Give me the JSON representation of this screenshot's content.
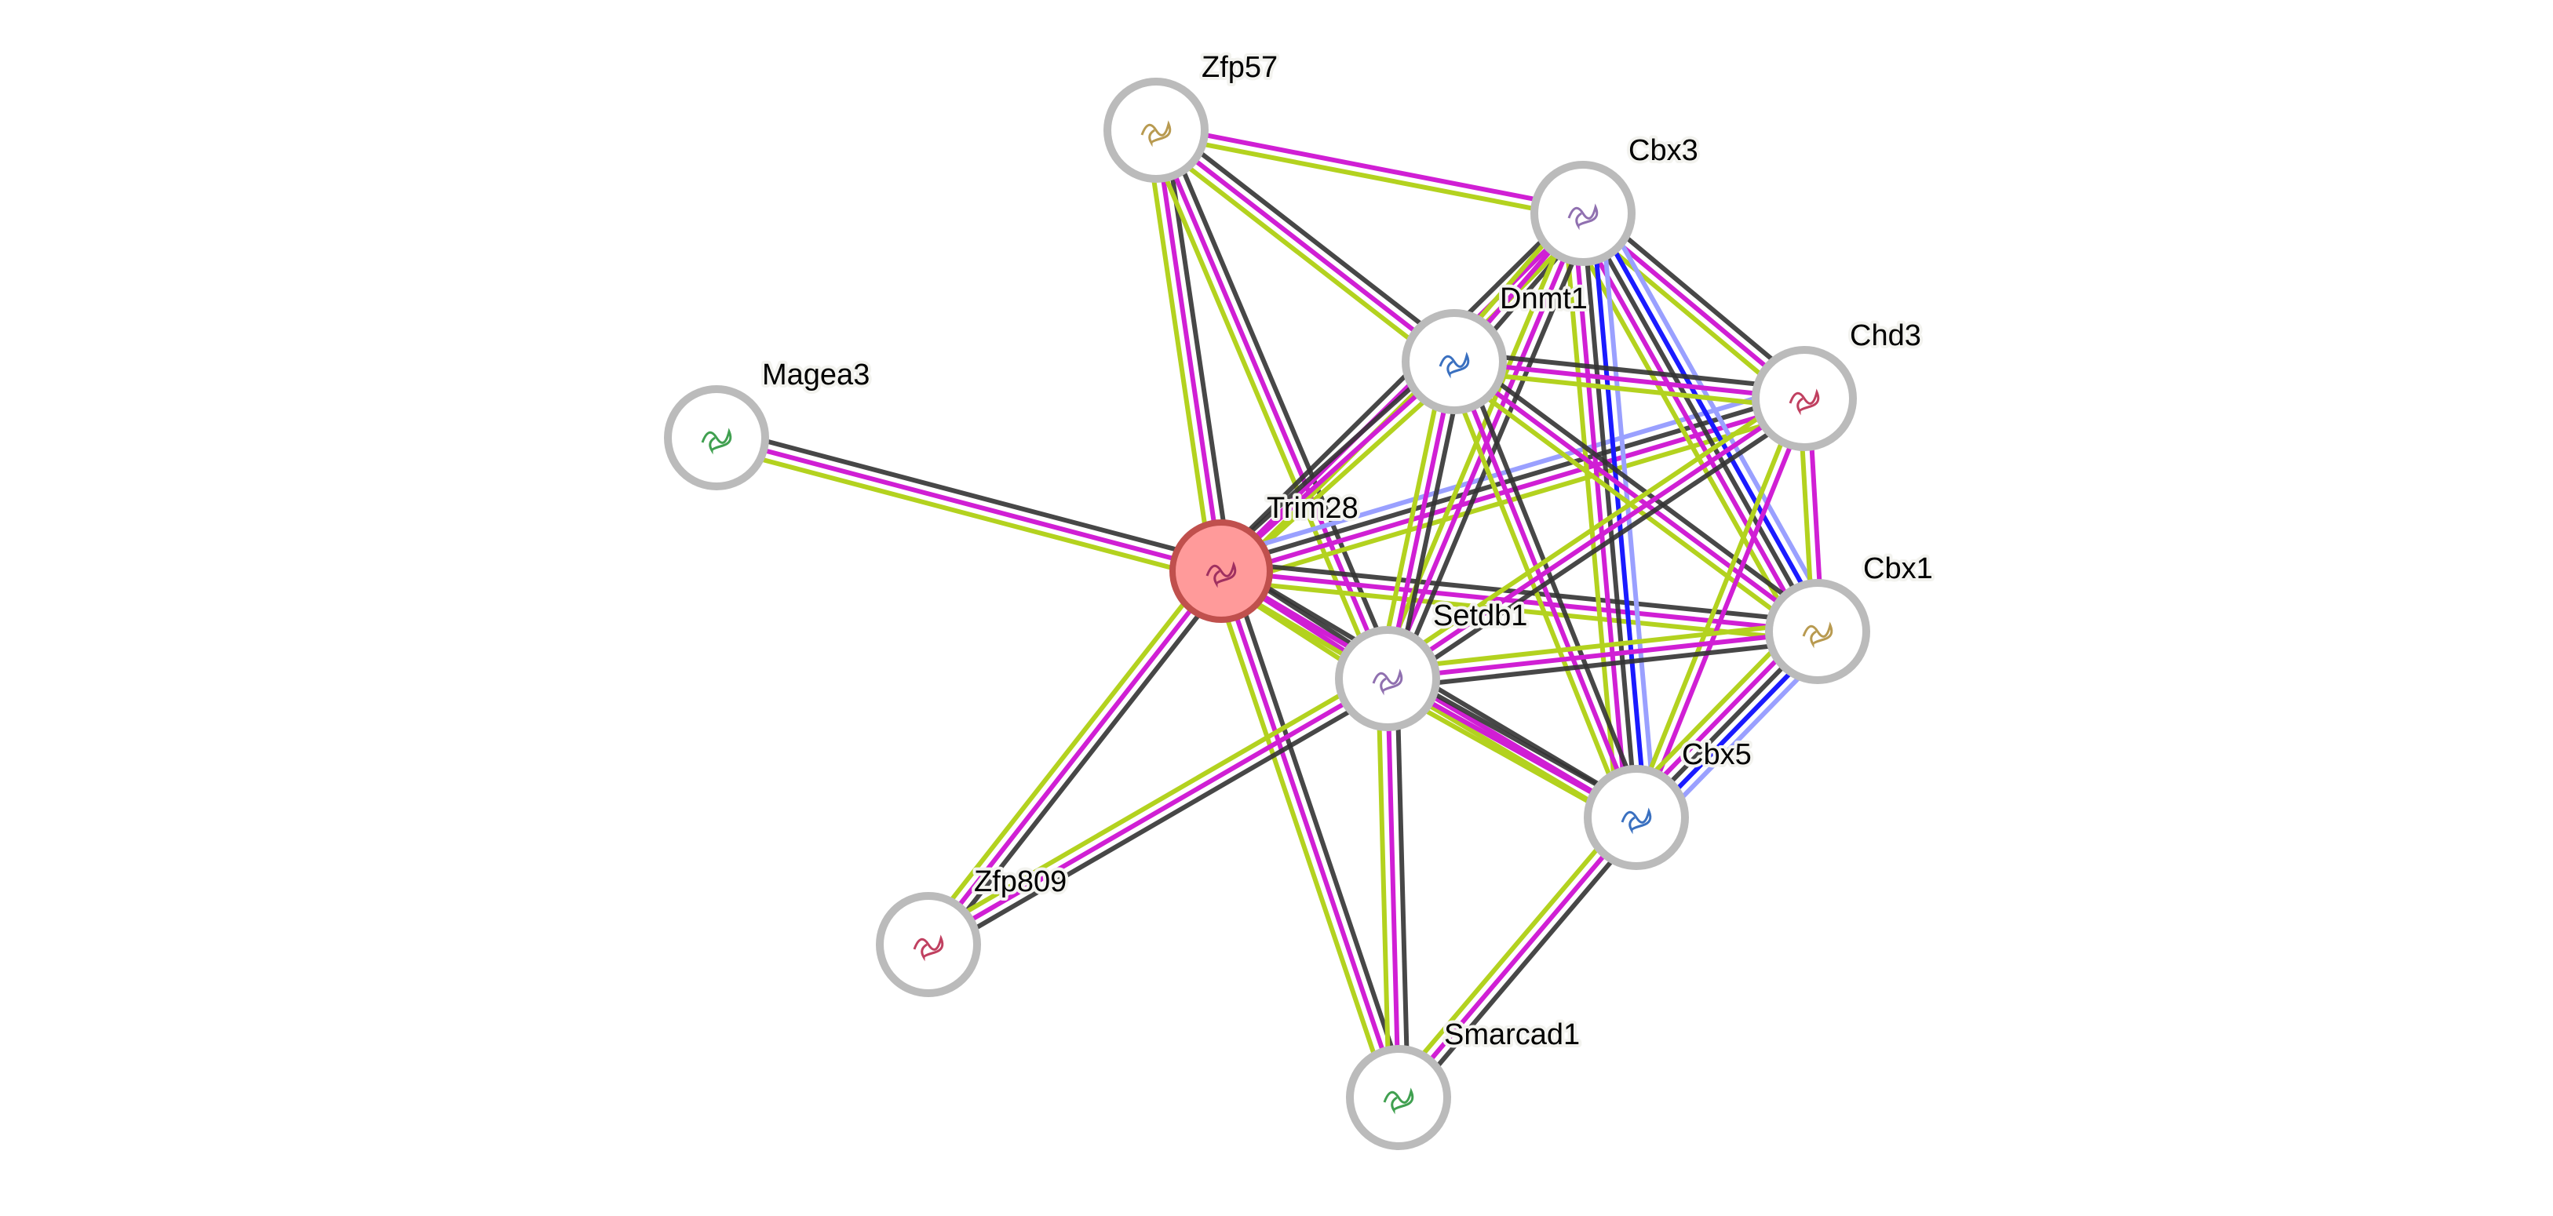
{
  "colors": {
    "textmining": "#b3d21f",
    "experiments": "#d01fd4",
    "coexpression": "#333333",
    "database": "#9aa0ff",
    "homology": "#1a1aff",
    "query_node": "#ff9a9a",
    "query_ring": "#c0504d",
    "node_ring": "#bbbbbb"
  },
  "nodes": [
    {
      "id": "Zfp57",
      "label": "Zfp57"
    },
    {
      "id": "Cbx3",
      "label": "Cbx3"
    },
    {
      "id": "Dnmt1",
      "label": "Dnmt1"
    },
    {
      "id": "Chd3",
      "label": "Chd3"
    },
    {
      "id": "Magea3",
      "label": "Magea3"
    },
    {
      "id": "Trim28",
      "label": "Trim28",
      "query": true
    },
    {
      "id": "Cbx1",
      "label": "Cbx1"
    },
    {
      "id": "Setdb1",
      "label": "Setdb1"
    },
    {
      "id": "Cbx5",
      "label": "Cbx5"
    },
    {
      "id": "Zfp809",
      "label": "Zfp809"
    },
    {
      "id": "Smarcad1",
      "label": "Smarcad1"
    }
  ],
  "edges": [
    [
      "Zfp57",
      "Cbx3",
      [
        "experiments",
        "textmining"
      ]
    ],
    [
      "Zfp57",
      "Trim28",
      [
        "coexpression",
        "experiments",
        "textmining"
      ]
    ],
    [
      "Zfp57",
      "Dnmt1",
      [
        "coexpression",
        "experiments",
        "textmining"
      ]
    ],
    [
      "Zfp57",
      "Setdb1",
      [
        "coexpression",
        "experiments",
        "textmining"
      ]
    ],
    [
      "Magea3",
      "Trim28",
      [
        "coexpression",
        "experiments",
        "textmining"
      ]
    ],
    [
      "Trim28",
      "Cbx3",
      [
        "coexpression",
        "experiments",
        "textmining"
      ]
    ],
    [
      "Trim28",
      "Dnmt1",
      [
        "coexpression",
        "experiments",
        "textmining"
      ]
    ],
    [
      "Trim28",
      "Chd3",
      [
        "database",
        "coexpression",
        "experiments",
        "textmining"
      ]
    ],
    [
      "Trim28",
      "Cbx1",
      [
        "coexpression",
        "experiments",
        "textmining"
      ]
    ],
    [
      "Trim28",
      "Setdb1",
      [
        "coexpression",
        "experiments",
        "textmining"
      ]
    ],
    [
      "Trim28",
      "Cbx5",
      [
        "coexpression",
        "experiments",
        "textmining"
      ]
    ],
    [
      "Trim28",
      "Zfp809",
      [
        "coexpression",
        "experiments",
        "textmining"
      ]
    ],
    [
      "Trim28",
      "Smarcad1",
      [
        "coexpression",
        "experiments",
        "textmining"
      ]
    ],
    [
      "Cbx3",
      "Dnmt1",
      [
        "coexpression",
        "experiments",
        "textmining"
      ]
    ],
    [
      "Cbx3",
      "Chd3",
      [
        "coexpression",
        "experiments",
        "textmining"
      ]
    ],
    [
      "Cbx3",
      "Cbx1",
      [
        "database",
        "homology",
        "coexpression",
        "experiments",
        "textmining"
      ]
    ],
    [
      "Cbx3",
      "Cbx5",
      [
        "database",
        "homology",
        "coexpression",
        "experiments",
        "textmining"
      ]
    ],
    [
      "Cbx3",
      "Setdb1",
      [
        "coexpression",
        "experiments",
        "textmining"
      ]
    ],
    [
      "Dnmt1",
      "Chd3",
      [
        "coexpression",
        "experiments",
        "textmining"
      ]
    ],
    [
      "Dnmt1",
      "Cbx1",
      [
        "coexpression",
        "experiments",
        "textmining"
      ]
    ],
    [
      "Dnmt1",
      "Cbx5",
      [
        "coexpression",
        "experiments",
        "textmining"
      ]
    ],
    [
      "Dnmt1",
      "Setdb1",
      [
        "coexpression",
        "experiments",
        "textmining"
      ]
    ],
    [
      "Chd3",
      "Setdb1",
      [
        "coexpression",
        "experiments",
        "textmining"
      ]
    ],
    [
      "Chd3",
      "Cbx1",
      [
        "experiments",
        "textmining"
      ]
    ],
    [
      "Chd3",
      "Cbx5",
      [
        "experiments",
        "textmining"
      ]
    ],
    [
      "Cbx1",
      "Setdb1",
      [
        "coexpression",
        "experiments",
        "textmining"
      ]
    ],
    [
      "Cbx1",
      "Cbx5",
      [
        "database",
        "homology",
        "coexpression",
        "experiments",
        "textmining"
      ]
    ],
    [
      "Setdb1",
      "Cbx5",
      [
        "coexpression",
        "experiments",
        "textmining"
      ]
    ],
    [
      "Setdb1",
      "Zfp809",
      [
        "coexpression",
        "experiments",
        "textmining"
      ]
    ],
    [
      "Setdb1",
      "Smarcad1",
      [
        "coexpression",
        "experiments",
        "textmining"
      ]
    ],
    [
      "Cbx5",
      "Smarcad1",
      [
        "coexpression",
        "experiments",
        "textmining"
      ]
    ]
  ]
}
